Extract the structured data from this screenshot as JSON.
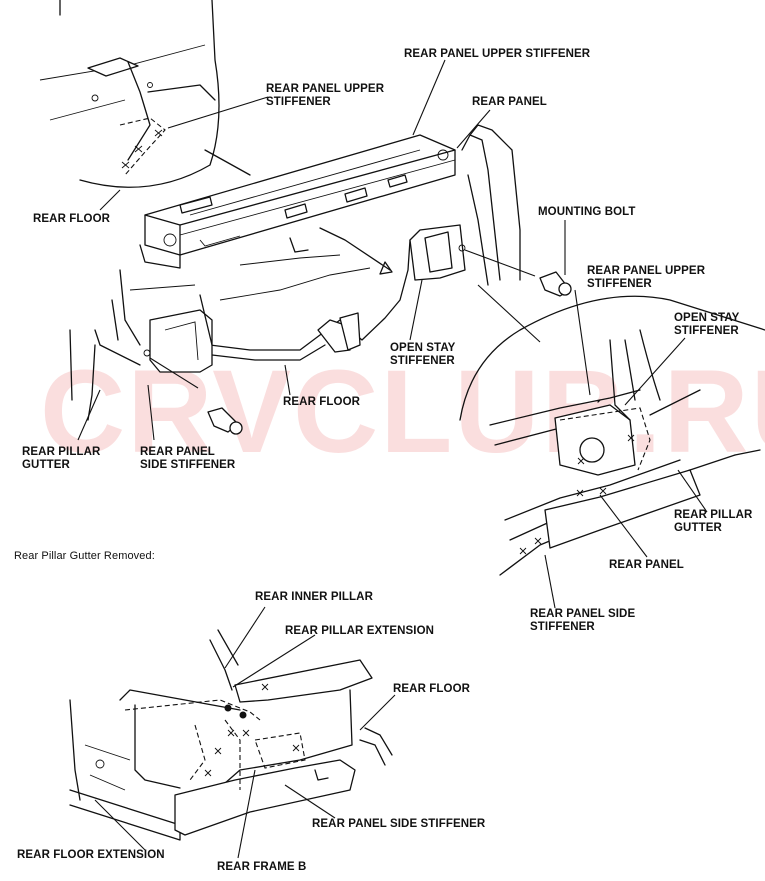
{
  "watermark": "CRVCLUB.RU",
  "labels": {
    "upper_stiffener_top": "REAR PANEL UPPER STIFFENER",
    "upper_stiffener_left": "REAR PANEL UPPER\nSTIFFENER",
    "rear_panel_top": "REAR PANEL",
    "rear_floor_left": "REAR FLOOR",
    "mounting_bolt": "MOUNTING BOLT",
    "upper_stiffener_right": "REAR PANEL UPPER\nSTIFFENER",
    "open_stay_right": "OPEN STAY\nSTIFFENER",
    "open_stay_center": "OPEN STAY\nSTIFFENER",
    "rear_floor_center": "REAR FLOOR",
    "rear_pillar_gutter_left": "REAR PILLAR\nGUTTER",
    "rear_panel_side_stiffener_left": "REAR PANEL\nSIDE STIFFENER",
    "rear_pillar_gutter_right": "REAR PILLAR\nGUTTER",
    "rear_panel_right": "REAR PANEL",
    "rear_panel_side_stiffener_right": "REAR PANEL SIDE\nSTIFFENER",
    "section_title": "Rear Pillar Gutter Removed:",
    "rear_inner_pillar": "REAR INNER PILLAR",
    "rear_pillar_extension": "REAR PILLAR EXTENSION",
    "rear_floor_bottom": "REAR FLOOR",
    "rear_panel_side_stiffener_bottom": "REAR PANEL SIDE STIFFENER",
    "rear_floor_extension": "REAR FLOOR EXTENSION",
    "rear_frame_b": "REAR FRAME B"
  }
}
